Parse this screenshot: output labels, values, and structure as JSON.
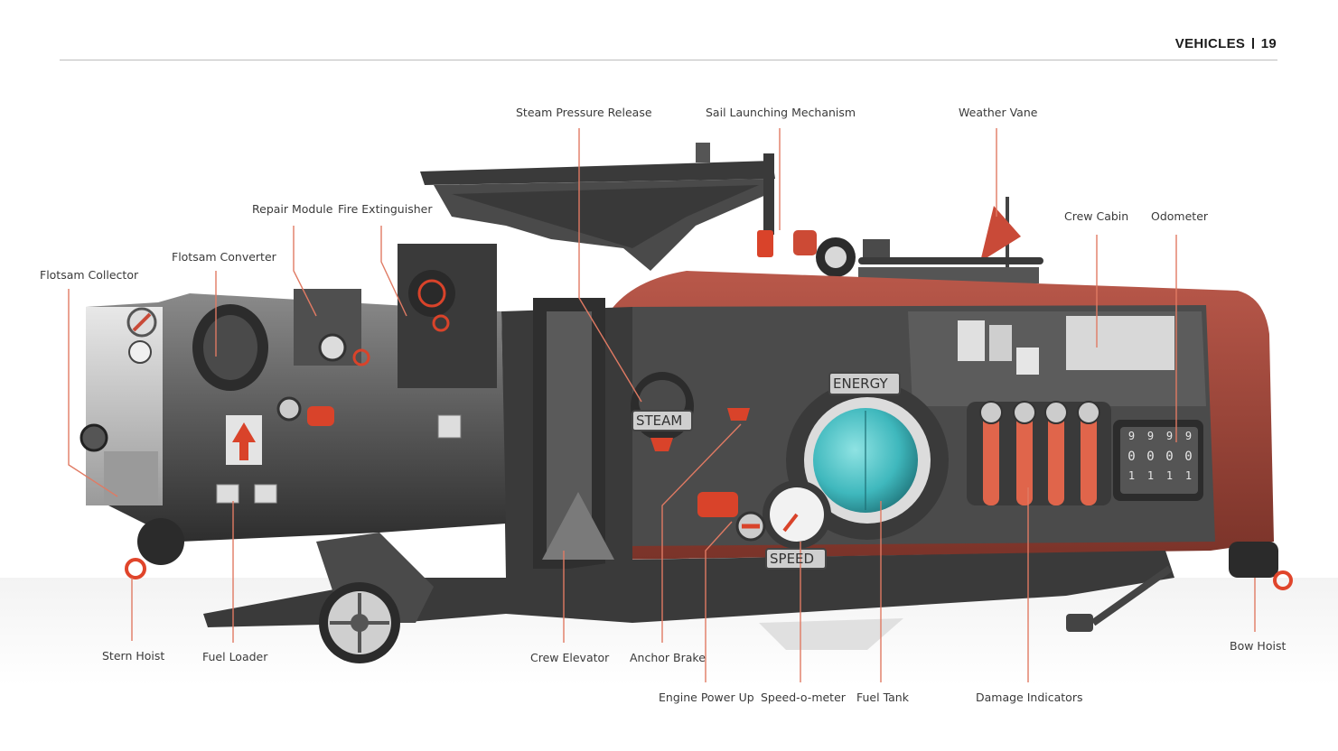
{
  "header": {
    "section": "VEHICLES",
    "page_number": "19"
  },
  "gauges": {
    "steam": "STEAM",
    "energy": "ENERGY",
    "speed": "SPEED"
  },
  "odometer": {
    "row1": [
      "9",
      "9",
      "9",
      "9"
    ],
    "row2": [
      "0",
      "0",
      "0",
      "0"
    ],
    "row3": [
      "1",
      "1",
      "1",
      "1"
    ]
  },
  "callouts": {
    "steam_pressure_release": "Steam Pressure Release",
    "sail_launching_mechanism": "Sail Launching Mechanism",
    "weather_vane": "Weather Vane",
    "repair_module": "Repair Module",
    "fire_extinguisher": "Fire Extinguisher",
    "crew_cabin": "Crew Cabin",
    "odometer": "Odometer",
    "flotsam_converter": "Flotsam Converter",
    "flotsam_collector": "Flotsam Collector",
    "stern_hoist": "Stern Hoist",
    "fuel_loader": "Fuel Loader",
    "crew_elevator": "Crew Elevator",
    "anchor_brake": "Anchor Brake",
    "bow_hoist": "Bow Hoist",
    "engine_power_up": "Engine Power Up",
    "speed_o_meter": "Speed-o-meter",
    "fuel_tank": "Fuel Tank",
    "damage_indicators": "Damage Indicators"
  },
  "colors": {
    "accent": "#e06c50",
    "hull_red": "#a8493a",
    "metal_dark": "#3b3b3b",
    "metal_mid": "#6d6d6d",
    "glass": "#3fb8bd"
  }
}
